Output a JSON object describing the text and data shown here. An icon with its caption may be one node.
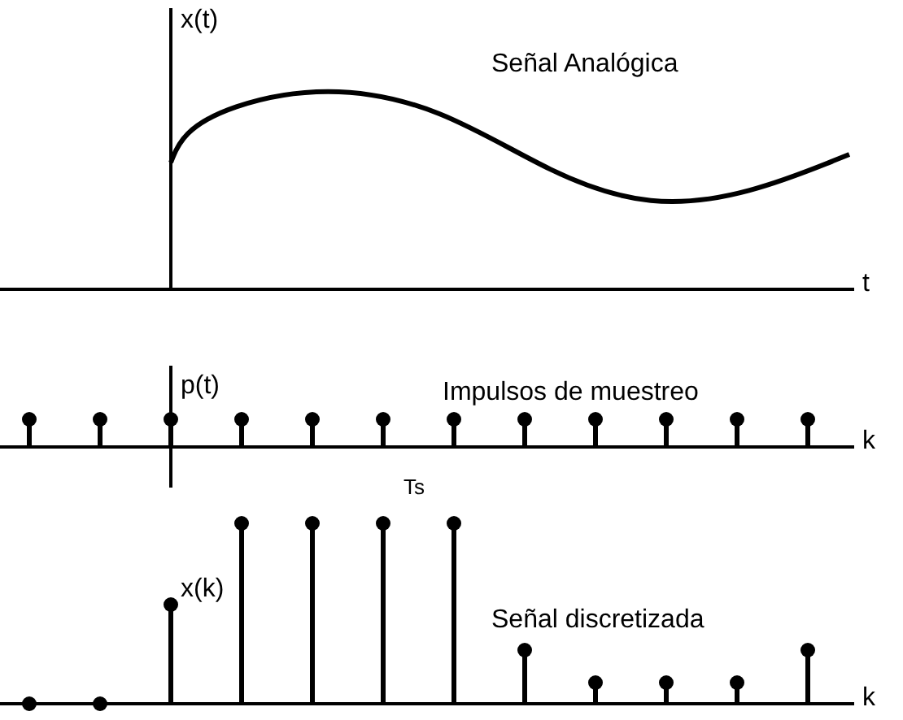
{
  "diagram": {
    "labels": [
      "x(t)",
      "Señal Analógica",
      "t",
      "p(t)",
      "Impulsos de muestreo",
      "k",
      "Ts",
      "x(k)",
      "Señal discretizada",
      "k"
    ]
  }
}
